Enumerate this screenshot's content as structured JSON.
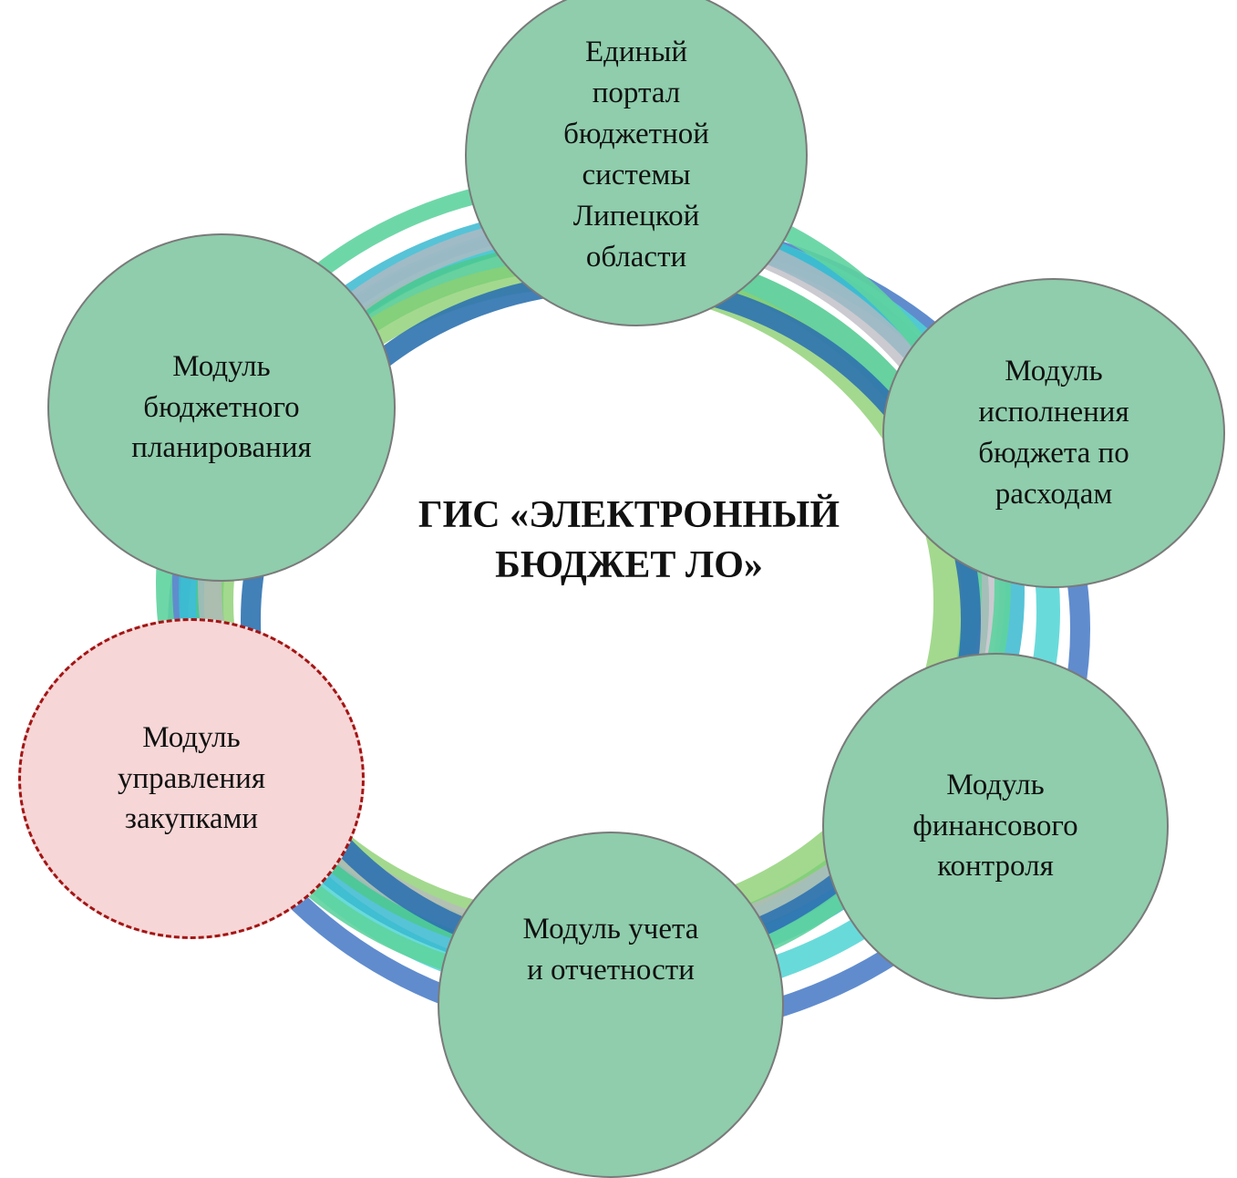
{
  "diagram": {
    "title": "ГИС «ЭЛЕКТРОННЫЙ\nБЮДЖЕТ ЛО»",
    "nodes": [
      {
        "label": "Единый\nпортал\nбюджетной\nсистемы\nЛипецкой\nобласти",
        "fill": "#8fcdac",
        "highlighted": false
      },
      {
        "label": "Модуль\nисполнения\nбюджета по\nрасходам",
        "fill": "#8fcdac",
        "highlighted": false
      },
      {
        "label": "Модуль\nфинансового\nконтроля",
        "fill": "#8fcdac",
        "highlighted": false
      },
      {
        "label": "Модуль учета\nи отчетности",
        "fill": "#8fcdac",
        "highlighted": false
      },
      {
        "label": "Модуль\nуправления\nзакупками",
        "fill": "#f6d6d6",
        "highlighted": true
      },
      {
        "label": "Модуль\nбюджетного\nпланирования",
        "fill": "#8fcdac",
        "highlighted": false
      }
    ],
    "ring_colors": [
      "#4f80c9",
      "#4fd3d3",
      "#3ab8d0",
      "#4cc98e",
      "#8ccf72",
      "#b8b8c0",
      "#2e72b0",
      "#5ed39f"
    ],
    "highlight_border_color": "#a31515"
  }
}
